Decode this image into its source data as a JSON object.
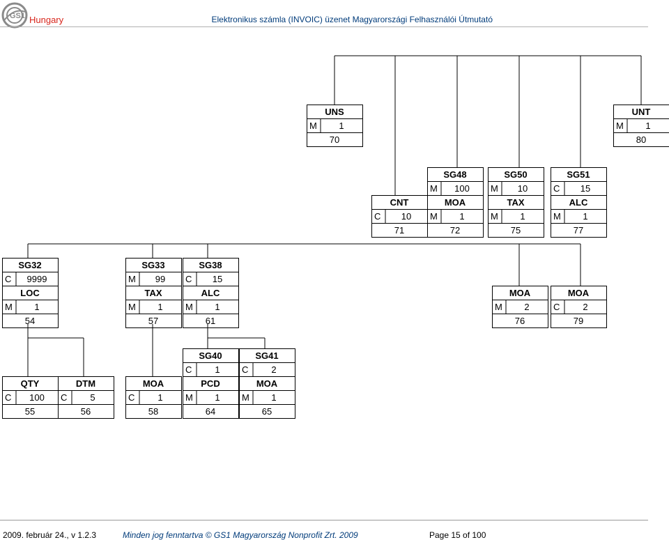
{
  "header": {
    "brand": "Hungary",
    "logo_text": "GS1",
    "title": "Elektronikus számla (INVOIC) üzenet Magyarországi Felhasználói Útmutató"
  },
  "footer": {
    "date_version": "2009. február 24., v 1.2.3",
    "copyright": "Minden jog fenntartva © GS1 Magyarország Nonprofit Zrt. 2009",
    "page": "Page 15 of 100"
  },
  "diagram": {
    "nodes": [
      {
        "id": "uns",
        "group": null,
        "segment": "UNS",
        "status": "M",
        "repeat": "1",
        "number": "70"
      },
      {
        "id": "unt",
        "group": null,
        "segment": "UNT",
        "status": "M",
        "repeat": "1",
        "number": "80"
      },
      {
        "id": "cnt",
        "group": null,
        "segment": "CNT",
        "status": "C",
        "repeat": "10",
        "number": "71"
      },
      {
        "id": "sg48",
        "group": {
          "name": "SG48",
          "status": "M",
          "repeat": "100"
        },
        "segment": "MOA",
        "status": "M",
        "repeat": "1",
        "number": "72"
      },
      {
        "id": "sg50",
        "group": {
          "name": "SG50",
          "status": "M",
          "repeat": "10"
        },
        "segment": "TAX",
        "status": "M",
        "repeat": "1",
        "number": "75"
      },
      {
        "id": "sg51",
        "group": {
          "name": "SG51",
          "status": "C",
          "repeat": "15"
        },
        "segment": "ALC",
        "status": "M",
        "repeat": "1",
        "number": "77"
      },
      {
        "id": "sg32",
        "group": {
          "name": "SG32",
          "status": "C",
          "repeat": "9999"
        },
        "segment": "LOC",
        "status": "M",
        "repeat": "1",
        "number": "54"
      },
      {
        "id": "sg33",
        "group": {
          "name": "SG33",
          "status": "M",
          "repeat": "99"
        },
        "segment": "TAX",
        "status": "M",
        "repeat": "1",
        "number": "57"
      },
      {
        "id": "sg38",
        "group": {
          "name": "SG38",
          "status": "C",
          "repeat": "15"
        },
        "segment": "ALC",
        "status": "M",
        "repeat": "1",
        "number": "61"
      },
      {
        "id": "moa76",
        "group": null,
        "segment": "MOA",
        "status": "M",
        "repeat": "2",
        "number": "76"
      },
      {
        "id": "moa79",
        "group": null,
        "segment": "MOA",
        "status": "C",
        "repeat": "2",
        "number": "79"
      },
      {
        "id": "qty55",
        "group": null,
        "segment": "QTY",
        "status": "C",
        "repeat": "100",
        "number": "55"
      },
      {
        "id": "dtm56",
        "group": null,
        "segment": "DTM",
        "status": "C",
        "repeat": "5",
        "number": "56"
      },
      {
        "id": "moa58",
        "group": null,
        "segment": "MOA",
        "status": "C",
        "repeat": "1",
        "number": "58"
      },
      {
        "id": "sg40",
        "group": {
          "name": "SG40",
          "status": "C",
          "repeat": "1"
        },
        "segment": "PCD",
        "status": "M",
        "repeat": "1",
        "number": "64"
      },
      {
        "id": "sg41",
        "group": {
          "name": "SG41",
          "status": "C",
          "repeat": "2"
        },
        "segment": "MOA",
        "status": "M",
        "repeat": "1",
        "number": "65"
      }
    ]
  },
  "colors": {
    "brand": "#d8261c",
    "title": "#003b7a",
    "logo": "#8a8a8a"
  }
}
